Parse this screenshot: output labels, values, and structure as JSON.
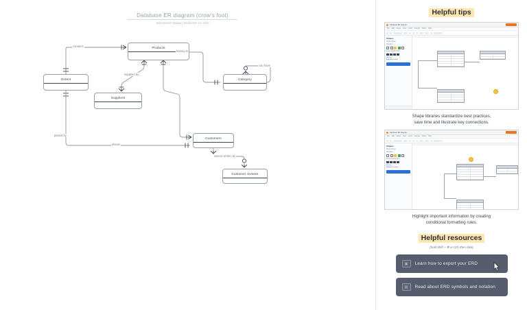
{
  "document": {
    "title": "Database ER diagram (crow's foot)",
    "subtitle": "Mohammed Abadaa  |  September 12, 2023"
  },
  "diagram": {
    "entities": [
      {
        "id": "products",
        "name": "Products"
      },
      {
        "id": "orders",
        "name": "Orders"
      },
      {
        "id": "suppliers",
        "name": "Suppliers"
      },
      {
        "id": "category",
        "name": "Category"
      },
      {
        "id": "customers",
        "name": "Customers"
      },
      {
        "id": "reviews",
        "name": "Customer reviews"
      }
    ],
    "relationships": [
      {
        "id": "contains",
        "label": "contains",
        "from": "orders",
        "to": "products"
      },
      {
        "id": "belongto",
        "label": "belong to",
        "from": "products",
        "to": "category"
      },
      {
        "id": "suppliedby",
        "label": "supplied by",
        "from": "products",
        "to": "suppliers"
      },
      {
        "id": "canhave",
        "label": "can have",
        "from": "category",
        "to": "category"
      },
      {
        "id": "placedby",
        "label": "placed by",
        "from": "orders",
        "to": "customers"
      },
      {
        "id": "places",
        "label": "places",
        "from": "customers",
        "to": "orders"
      },
      {
        "id": "writtenby",
        "label": "writes/ written by",
        "from": "customers",
        "to": "reviews"
      }
    ]
  },
  "sidebar": {
    "tips": {
      "heading": "Helpful tips",
      "items": [
        {
          "caption_line1": "Shape libraries standardize best practices,",
          "caption_line2": "save time and illustrate key connections."
        },
        {
          "caption_line1": "Highlight important information by creating",
          "caption_line2": "conditional formatting rules."
        }
      ]
    },
    "resources": {
      "heading": "Helpful resources",
      "subtitle": "(hold Shift + ⌘ or Ctrl, then click)",
      "buttons": [
        {
          "id": "export-erd",
          "label": "Learn how to export your ERD",
          "icon": "document-icon"
        },
        {
          "id": "erd-symbols",
          "label": "Read about ERD symbols and notation",
          "icon": "book-icon"
        }
      ]
    },
    "screenshot_chrome": {
      "app_title": "Database ER diagram",
      "menus": [
        "File",
        "Edit",
        "Select",
        "View",
        "Insert",
        "Arrange",
        "Share",
        "Help"
      ],
      "save_label": "Save",
      "panel_title": "Shapes",
      "panel_rows": [
        "Shape library",
        "Standard",
        "Entity Relationship"
      ],
      "panel_links": [
        "Manage",
        "Reset"
      ],
      "panel_link2": "Additional shapes",
      "panel_button": "Shape library",
      "status": "Page 1"
    }
  },
  "colors": {
    "highlight": "#fde7b0",
    "button_bg": "#565e6e",
    "accent_badge": "#f5c443",
    "entity_border": "#97a0ad",
    "wire": "#8d96a2"
  }
}
